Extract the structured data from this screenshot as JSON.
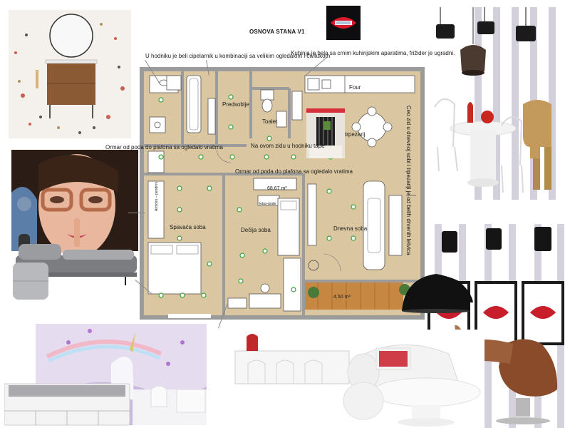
{
  "plan": {
    "title": "OSNOVA STANA V1",
    "area_total": "68,67 m²",
    "area_terrace": "4,50 m²",
    "rooms": {
      "hallway": "Predsoblje",
      "toilet": "Toalet",
      "bedroom": "Spavaća soba",
      "kids_room": "Dečija soba",
      "living_room": "Dnevna soba",
      "kitchen_word": "Four",
      "dining_word": "trpezarij"
    },
    "small_labels": {
      "wardrobe_vertical": "Armoire – pendrini",
      "desk_box": "lotus-pode"
    }
  },
  "annotations": {
    "hallway_note": "U hodniku je beli cipelarnik u kombinaciji sa velikim ogledalom i čivilukom",
    "kitchen_note": "Kuhinja je bela sa crnim kuhinjskim aparatima, frižider je ugradni.",
    "wardrobe_left": "Ormar od poda do plafona sa ogledalo vratima",
    "wardrobe_center": "Ormar od poda do plafona sa ogledalo vratima",
    "wall_tape": "Na ovom zidu u hodniku tape",
    "dining_vertical": "Ceo zid u dnevnoj sobi i trpezariji je od belih drvenih letvica"
  },
  "colors": {
    "floor": "#d9c7a3",
    "walls": "#9a9a9a",
    "terrace": "#c98a46",
    "accent_red": "#c0282c",
    "light_dot": "#3aa63a"
  },
  "icons": {
    "ceiling_light": "ceiling-light-icon",
    "mood_images": [
      "bathroom-vanity",
      "lips-art",
      "woman-portrait-art",
      "pendant-lamp",
      "dining-set",
      "unicorn-wallpaper",
      "kids-bed",
      "sideboard",
      "sofa",
      "egg-chair",
      "lips-gallery"
    ]
  }
}
